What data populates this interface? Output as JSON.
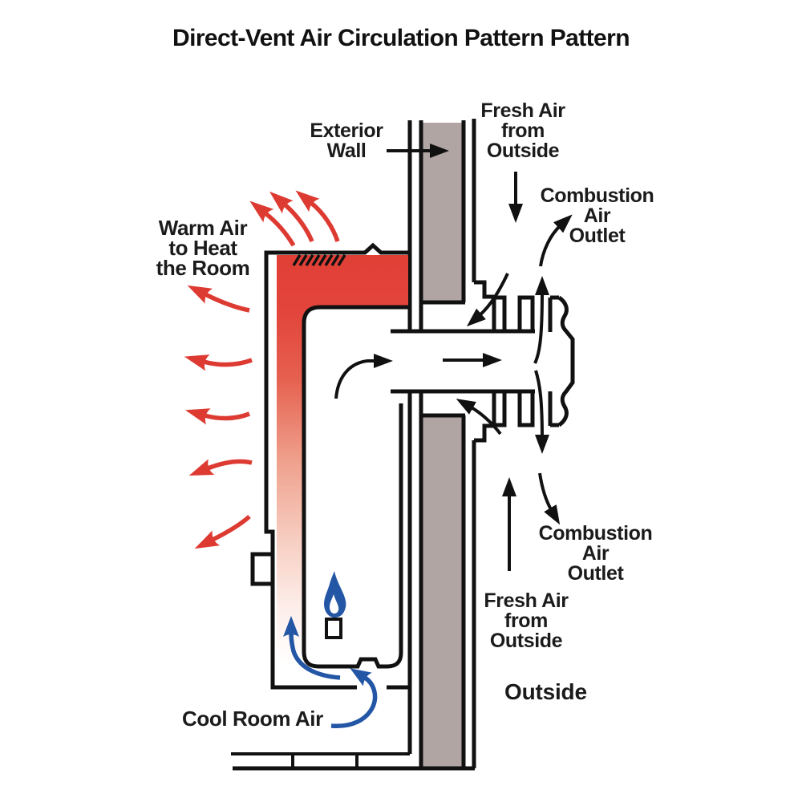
{
  "title": "Direct-Vent Air Circulation Pattern Pattern",
  "labels": {
    "exterior_wall": "Exterior\nWall",
    "fresh_air_top": "Fresh Air\nfrom\nOutside",
    "combustion_air_top": "Combustion\nAir\nOutlet",
    "warm_air": "Warm Air\nto Heat\nthe Room",
    "cool_room_air": "Cool Room Air",
    "combustion_air_bottom": "Combustion\nAir\nOutlet",
    "fresh_air_bottom": "Fresh Air\nfrom\nOutside",
    "outside": "Outside"
  },
  "colors": {
    "accent_red": "#dd3a32",
    "flame_blue": "#2356a5",
    "wall_gray": "#b0a5a2",
    "line_color": "#111111"
  },
  "icons": {
    "warm_air_arrows": "red curved arrows - heated air flowing up and left into the room",
    "cool_air_arrows": "blue curved arrows - cool room air entering bottom of unit",
    "flame": "gas burner flame",
    "flow_arrows": "black arrows - combustion exhaust out, fresh air in through wall vent"
  }
}
